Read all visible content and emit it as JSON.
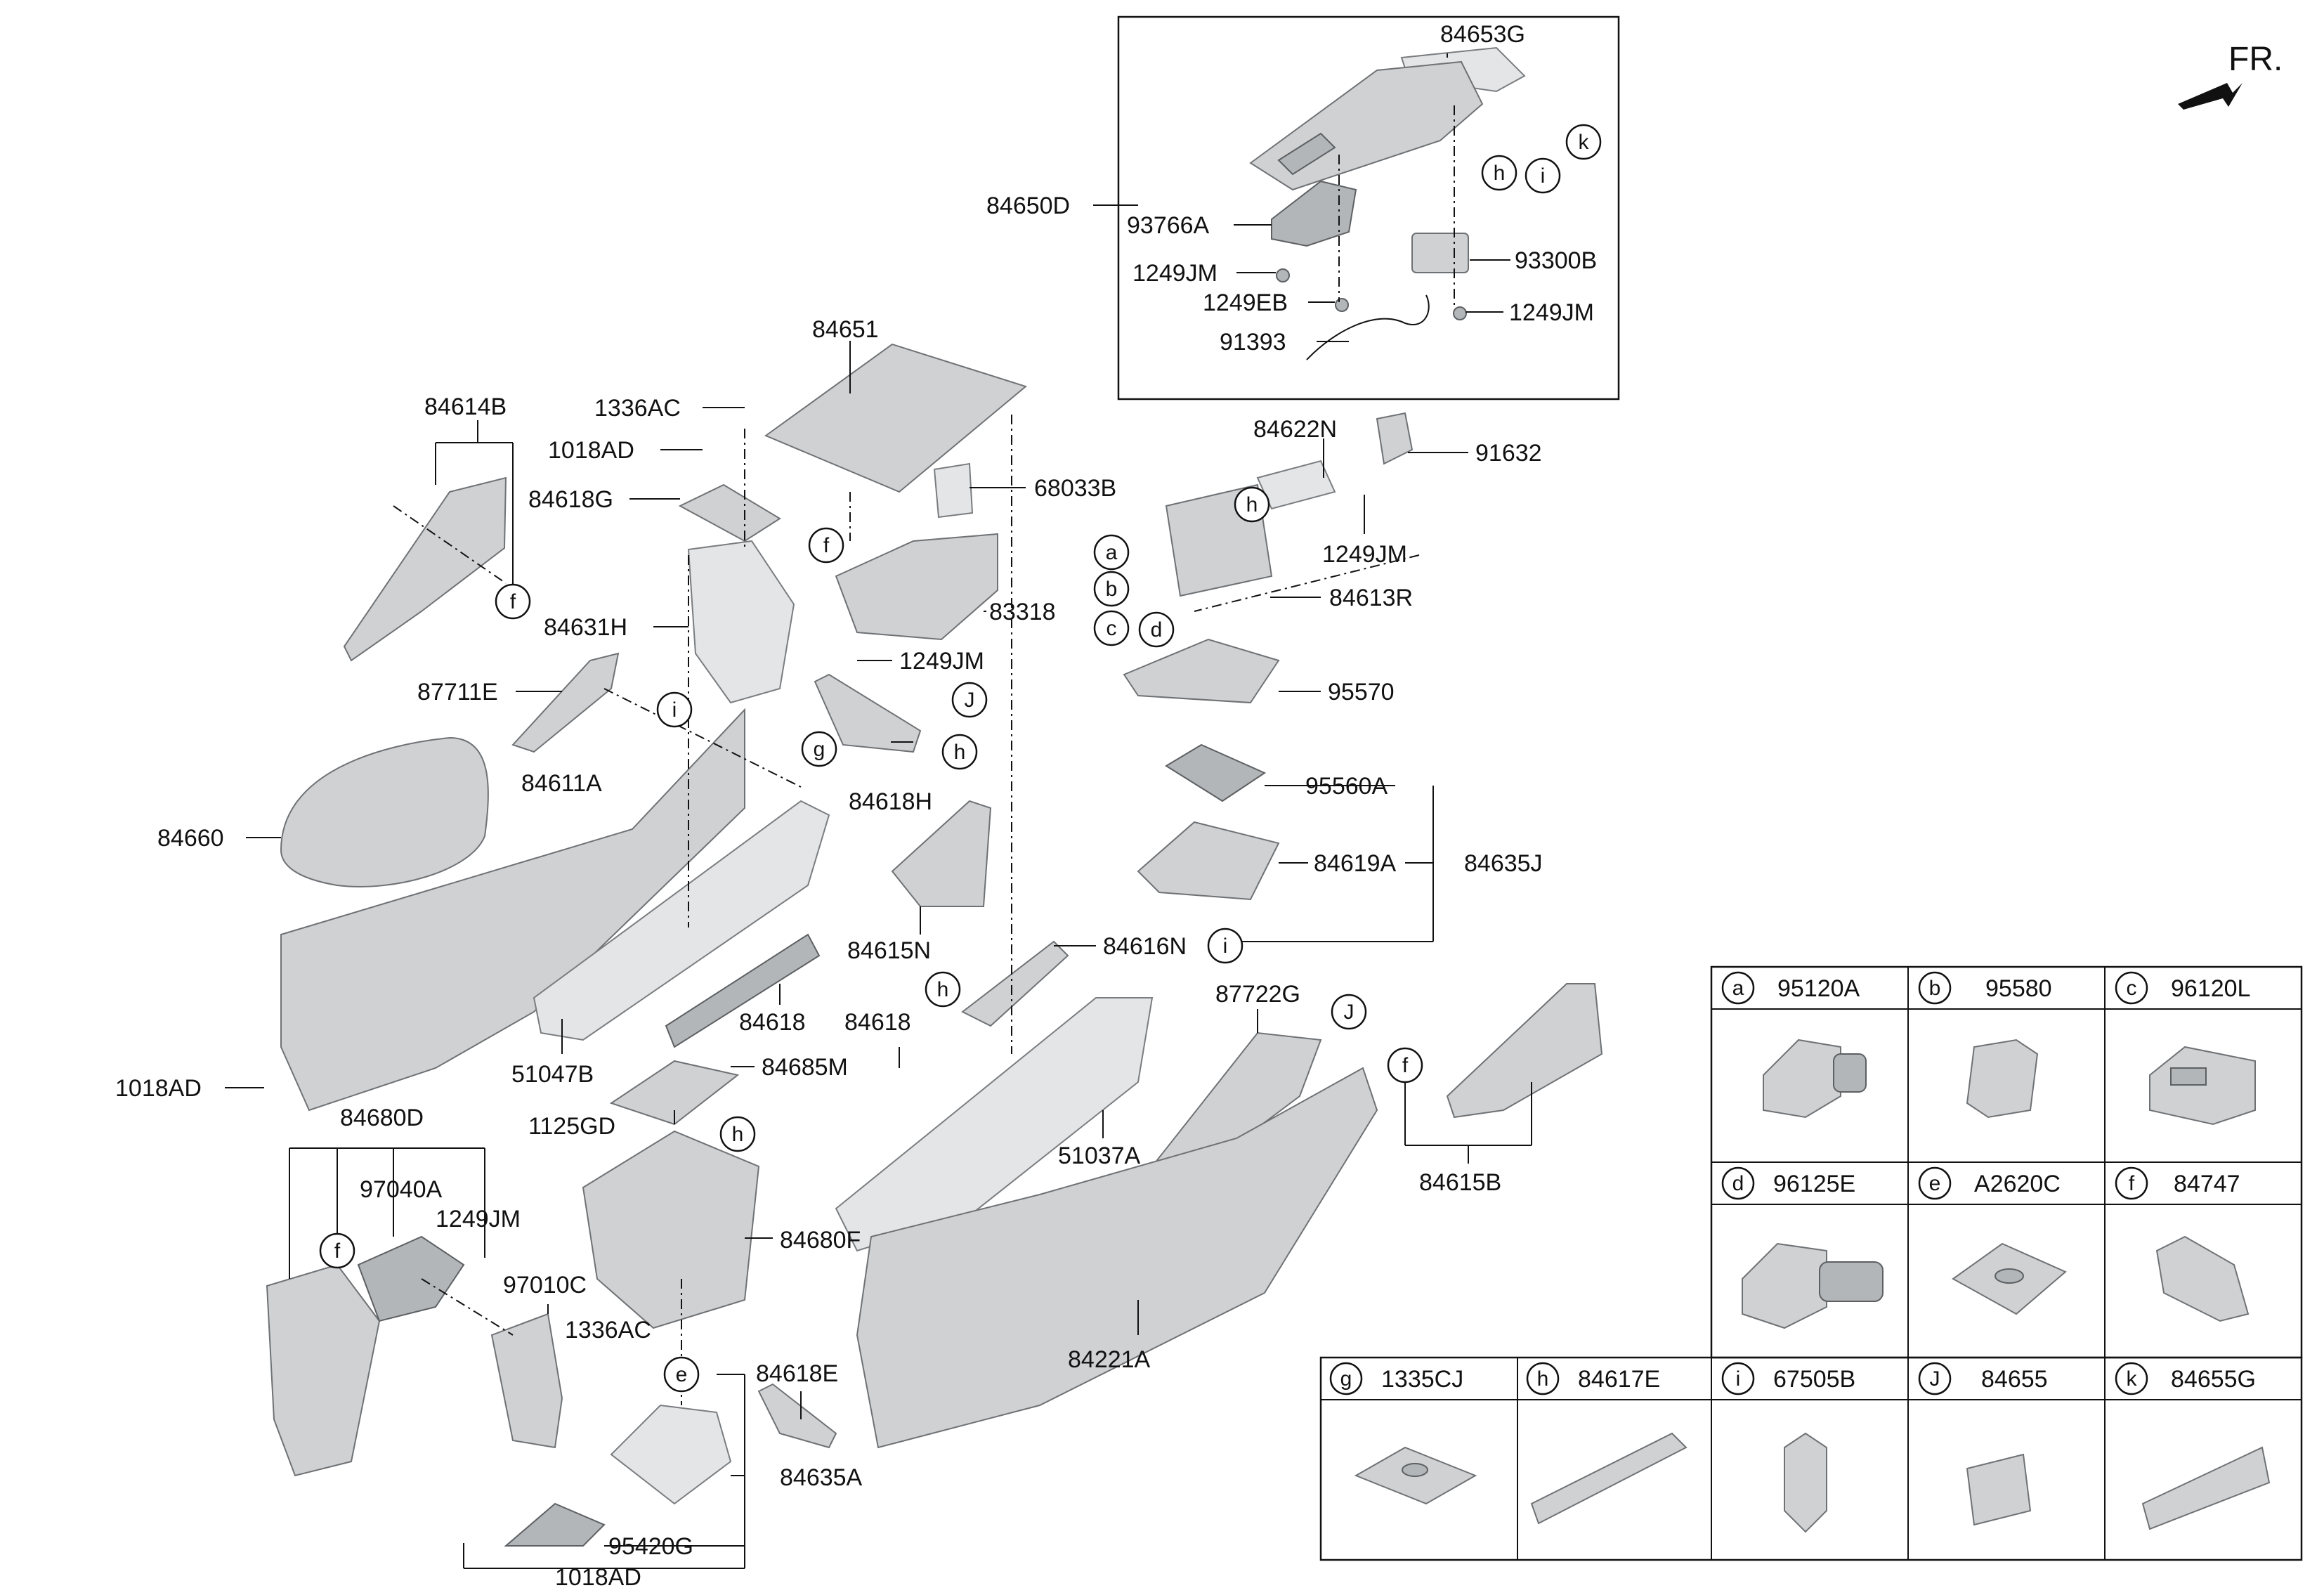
{
  "orientation": {
    "label": "FR."
  },
  "labels": [
    "84653G",
    "84650D",
    "93766A",
    "1249JM",
    "93300B",
    "1249EB",
    "1249JM",
    "91393",
    "84651",
    "1336AC",
    "1018AD",
    "84618G",
    "84614B",
    "68033B",
    "83318",
    "1249JM",
    "84631H",
    "87711E",
    "84622N",
    "91632",
    "1249JM",
    "84613R",
    "95570",
    "84660",
    "84611A",
    "84618H",
    "95560A",
    "84619A",
    "84635J",
    "84615N",
    "84616N",
    "84618",
    "84618",
    "51047B",
    "84685M",
    "1018AD",
    "87722G",
    "51037A",
    "84615B",
    "84680D",
    "97040A",
    "1249JM",
    "1125GD",
    "84680F",
    "97010C",
    "1336AC",
    "84221A",
    "84618E",
    "84635A",
    "95420G",
    "1018AD"
  ],
  "legend": {
    "rows": [
      [
        {
          "letter": "a",
          "part": "95120A",
          "icon": "usb-port-icon"
        },
        {
          "letter": "b",
          "part": "95580",
          "icon": "switch-icon"
        },
        {
          "letter": "c",
          "part": "96120L",
          "icon": "aux-jack-icon"
        }
      ],
      [
        {
          "letter": "d",
          "part": "96125E",
          "icon": "usb-port-icon"
        },
        {
          "letter": "e",
          "part": "A2620C",
          "icon": "clip-icon"
        },
        {
          "letter": "f",
          "part": "84747",
          "icon": "clip-icon"
        }
      ],
      [
        {
          "letter": "g",
          "part": "1335CJ",
          "icon": "nut-plate-icon"
        },
        {
          "letter": "h",
          "part": "84617E",
          "icon": "strip-icon"
        },
        {
          "letter": "i",
          "part": "67505B",
          "icon": "clip-icon"
        },
        {
          "letter": "J",
          "part": "84655",
          "icon": "pad-icon"
        },
        {
          "letter": "k",
          "part": "84655G",
          "icon": "strip-icon"
        }
      ]
    ]
  },
  "callout_letters": [
    "k",
    "h",
    "i",
    "h",
    "a",
    "b",
    "c",
    "d",
    "f",
    "f",
    "i",
    "g",
    "J",
    "h",
    "i",
    "h",
    "J",
    "f",
    "f",
    "h",
    "e"
  ]
}
